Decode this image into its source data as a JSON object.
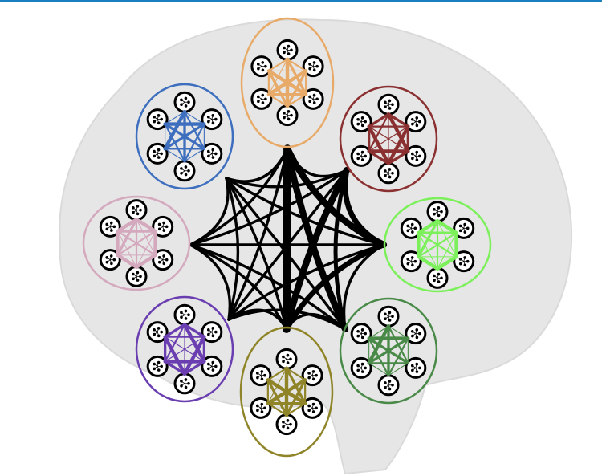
{
  "diagram": {
    "background_shape": "brain",
    "brain_color": "#e6e6e6",
    "accent_bar_color": "#1a7fc0",
    "clusters": [
      {
        "name": "orange",
        "color": "#e8aa68",
        "nodes": 6
      },
      {
        "name": "red",
        "color": "#8b3030",
        "nodes": 6
      },
      {
        "name": "light-green",
        "color": "#7cf05a",
        "nodes": 6
      },
      {
        "name": "dark-green",
        "color": "#4a8a48",
        "nodes": 6
      },
      {
        "name": "olive",
        "color": "#8f8428",
        "nodes": 6
      },
      {
        "name": "purple",
        "color": "#6a3eb0",
        "nodes": 6
      },
      {
        "name": "pink",
        "color": "#d4a9bd",
        "nodes": 6
      },
      {
        "name": "blue",
        "color": "#3e6fbf",
        "nodes": 6
      }
    ],
    "inter_cluster_edges": [
      [
        0,
        4,
        5
      ],
      [
        0,
        2,
        4
      ],
      [
        0,
        3,
        4
      ],
      [
        0,
        1,
        1
      ],
      [
        0,
        5,
        1
      ],
      [
        0,
        6,
        1
      ],
      [
        0,
        7,
        1
      ],
      [
        1,
        4,
        4
      ],
      [
        1,
        2,
        3
      ],
      [
        1,
        3,
        2
      ],
      [
        1,
        5,
        1
      ],
      [
        1,
        6,
        1
      ],
      [
        1,
        7,
        1
      ],
      [
        2,
        4,
        3
      ],
      [
        2,
        3,
        1
      ],
      [
        2,
        5,
        1
      ],
      [
        2,
        6,
        1
      ],
      [
        2,
        7,
        1
      ],
      [
        3,
        4,
        1
      ],
      [
        3,
        5,
        1
      ],
      [
        3,
        6,
        1
      ],
      [
        3,
        7,
        1
      ],
      [
        4,
        5,
        1
      ],
      [
        4,
        6,
        1
      ],
      [
        4,
        7,
        1
      ],
      [
        5,
        6,
        1
      ],
      [
        5,
        7,
        1
      ],
      [
        6,
        7,
        1
      ]
    ]
  }
}
